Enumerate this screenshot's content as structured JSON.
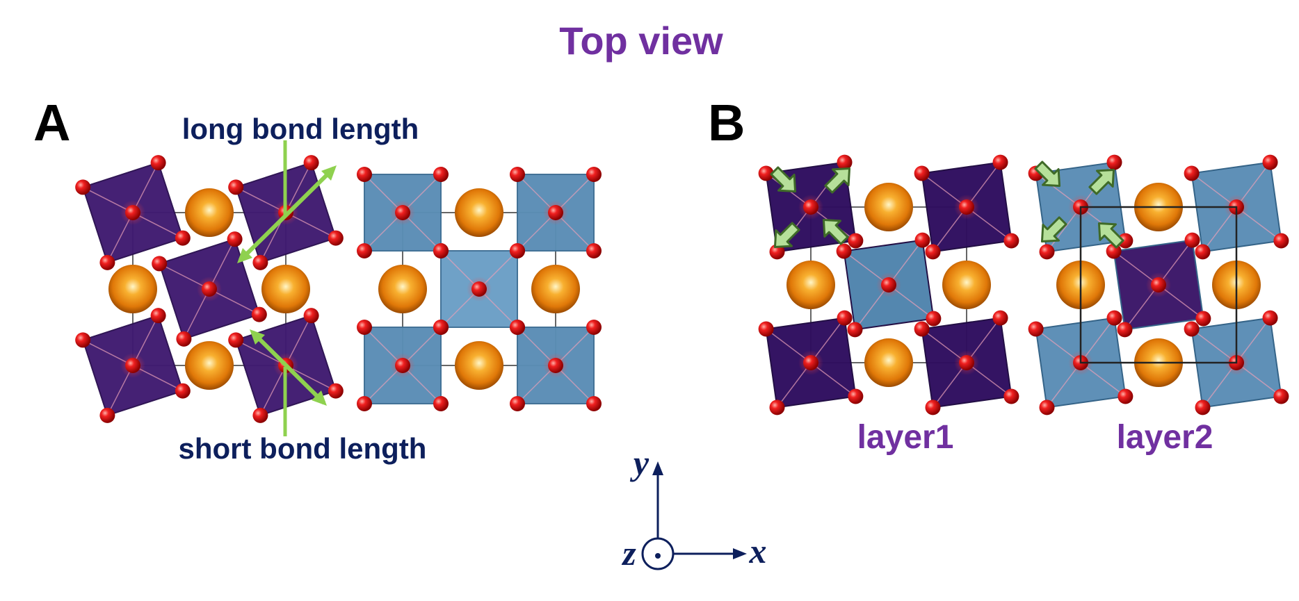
{
  "title": "Top view",
  "panels": {
    "a": {
      "letter": "A",
      "long_label": "long bond length",
      "short_label": "short bond length"
    },
    "b": {
      "letter": "B",
      "layer1_label": "layer1",
      "layer2_label": "layer2"
    }
  },
  "axes": {
    "x": "x",
    "y": "y",
    "z": "z"
  },
  "colors": {
    "title": "#7030a0",
    "navy": "#0d1f5c",
    "dark_octahedron": "#3f1a70",
    "light_octahedron": "#5a8db5",
    "oxygen": "#e01010",
    "cation": "#f08a10",
    "arrow": "#8fd14f"
  }
}
